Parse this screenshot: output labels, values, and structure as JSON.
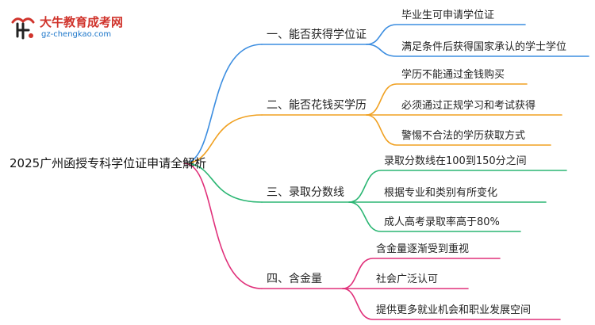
{
  "logo": {
    "title": "大牛教育成考网",
    "url": "gz-chengkao.com"
  },
  "colors": {
    "branch1": "#3b8de0",
    "branch2": "#f0a020",
    "branch3": "#2bb673",
    "branch4": "#e0307a"
  },
  "root": "2025广州函授专科学位证申请全解析",
  "branches": [
    {
      "label": "一、能否获得学位证",
      "leaves": [
        "毕业生可申请学位证",
        "满足条件后获得国家承认的学士学位"
      ]
    },
    {
      "label": "二、能否花钱买学历",
      "leaves": [
        "学历不能通过金钱购买",
        "必须通过正规学习和考试获得",
        "警惕不合法的学历获取方式"
      ]
    },
    {
      "label": "三、录取分数线",
      "leaves": [
        "录取分数线在100到150分之间",
        "根据专业和类别有所变化",
        "成人高考录取率高于80%"
      ]
    },
    {
      "label": "四、含金量",
      "leaves": [
        "含金量逐渐受到重视",
        "社会广泛认可",
        "提供更多就业机会和职业发展空间"
      ]
    }
  ]
}
